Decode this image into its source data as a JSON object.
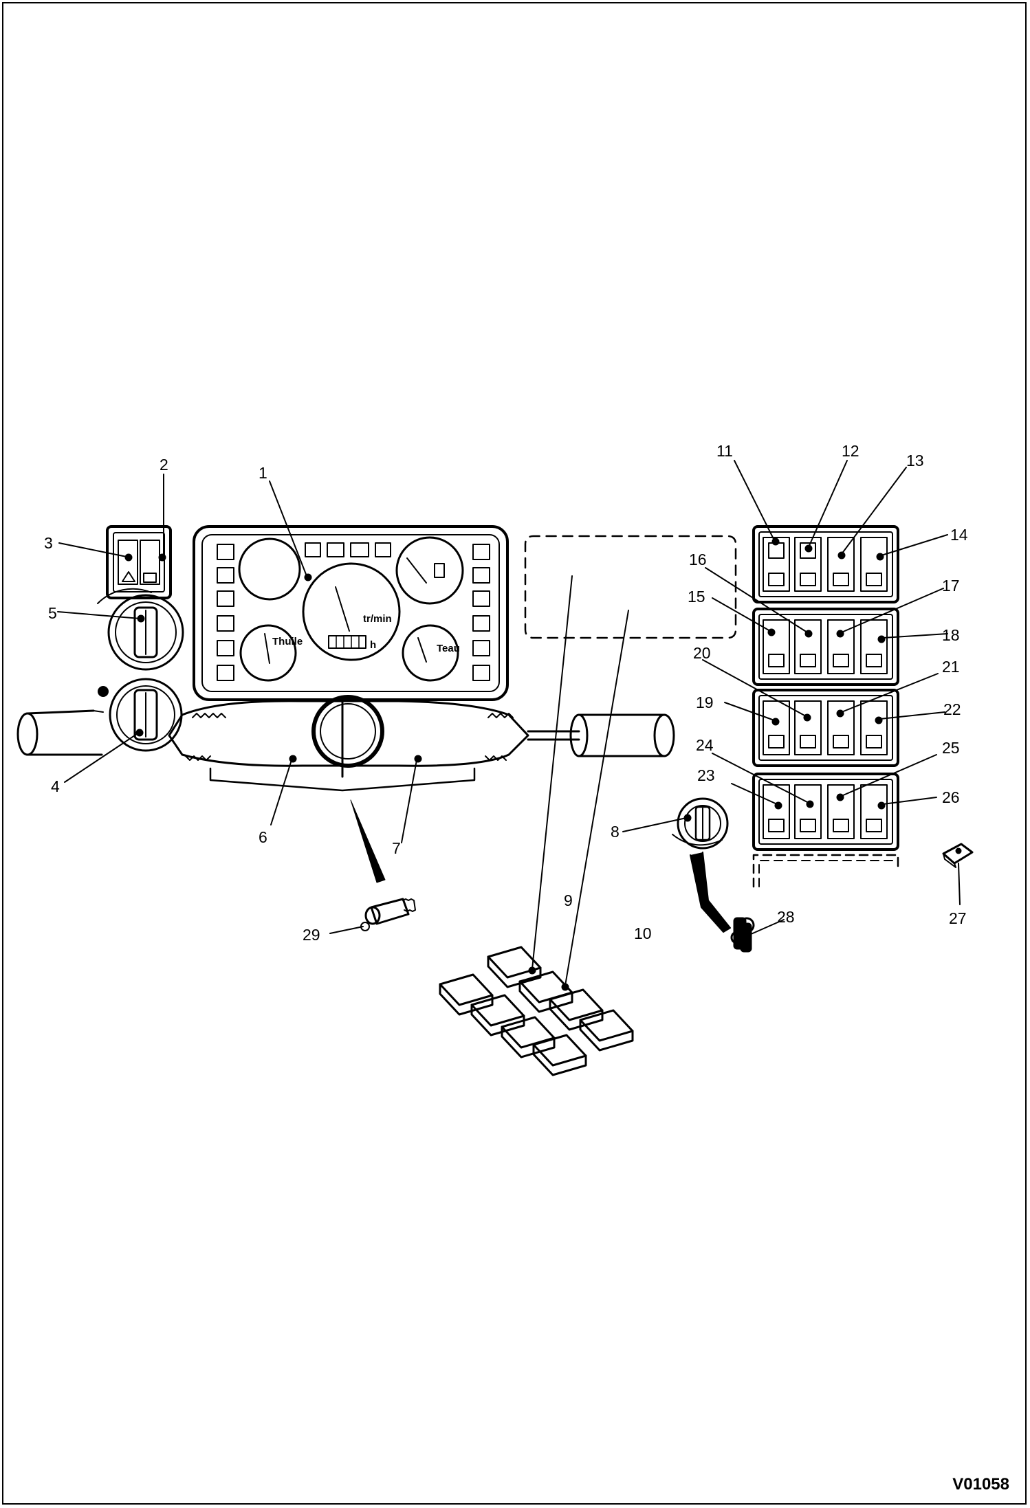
{
  "figure_code": "V01058",
  "dial_labels": {
    "rpm": "tr/min",
    "hours": "h",
    "oil": "Thuile",
    "coolant": "Teau"
  },
  "callouts": {
    "c1": "1",
    "c2": "2",
    "c3": "3",
    "c4": "4",
    "c5": "5",
    "c6": "6",
    "c7": "7",
    "c8": "8",
    "c9": "9",
    "c10": "10",
    "c11": "11",
    "c12": "12",
    "c13": "13",
    "c14": "14",
    "c15": "15",
    "c16": "16",
    "c17": "17",
    "c18": "18",
    "c19": "19",
    "c20": "20",
    "c21": "21",
    "c22": "22",
    "c23": "23",
    "c24": "24",
    "c25": "25",
    "c26": "26",
    "c27": "27",
    "c28": "28",
    "c29": "29"
  }
}
